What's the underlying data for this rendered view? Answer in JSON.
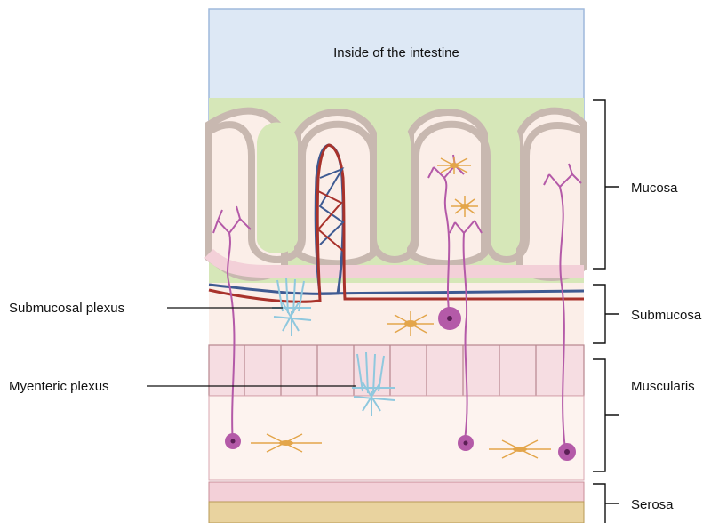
{
  "title": "Inside of the intestine",
  "layers": {
    "mucosa": "Mucosa",
    "submucosa": "Submucosa",
    "muscularis": "Muscularis",
    "serosa": "Serosa"
  },
  "plexus": {
    "submucosal": "Submucosal plexus",
    "myenteric": "Myenteric plexus"
  },
  "colors": {
    "lumen": "#dde8f5",
    "mucosa_epithelium": "#d6e7b8",
    "crypt_wall": "#c8b8b0",
    "tissue": "#fbeee8",
    "muscle": "#f6dde2",
    "serosa": "#f3d0d8",
    "outer": "#e9d39f",
    "vein": "#3e5a92",
    "artery": "#a8322b",
    "neuron": "#b45aa8",
    "glia": "#e3a54a",
    "plexus": "#8fc8de"
  }
}
